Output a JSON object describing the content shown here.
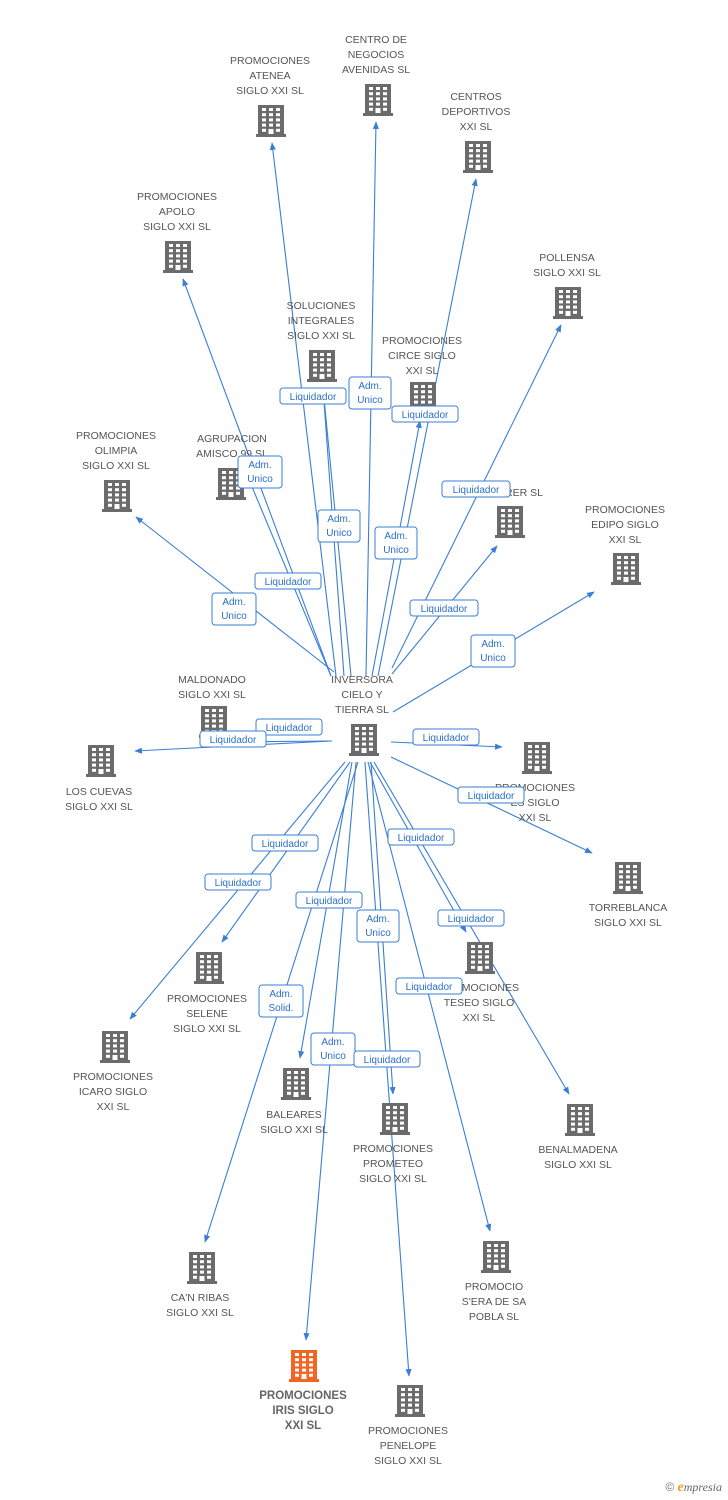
{
  "colors": {
    "edge": "#3a7fd5",
    "node": "#6b6b6b",
    "focus": "#f26522",
    "label_border": "#3a7fd5",
    "label_text": "#2a6fc9"
  },
  "center": {
    "name": "center-inversora",
    "lines": [
      "INVERSORA",
      "CIELO Y",
      "TIERRA SL"
    ]
  },
  "nodes": [
    {
      "id": "n1",
      "name": "promociones-atenea",
      "lines": [
        "PROMOCIONES",
        "ATENEA",
        "SIGLO XXI SL"
      ]
    },
    {
      "id": "n2",
      "name": "centro-de-negocios-avenidas",
      "lines": [
        "CENTRO DE",
        "NEGOCIOS",
        "AVENIDAS SL"
      ]
    },
    {
      "id": "n3",
      "name": "centros-deportivos",
      "lines": [
        "CENTROS",
        "DEPORTIVOS",
        "XXI SL"
      ]
    },
    {
      "id": "n4",
      "name": "promociones-apolo",
      "lines": [
        "PROMOCIONES",
        "APOLO",
        "SIGLO XXI SL"
      ]
    },
    {
      "id": "n5",
      "name": "pollensa",
      "lines": [
        "POLLENSA",
        "SIGLO XXI SL"
      ]
    },
    {
      "id": "n6",
      "name": "soluciones-integrales",
      "lines": [
        "SOLUCIONES",
        "INTEGRALES",
        "SIGLO XXI SL"
      ]
    },
    {
      "id": "n7",
      "name": "promociones-circe",
      "lines": [
        "PROMOCIONES",
        "CIRCE SIGLO",
        "XXI SL"
      ]
    },
    {
      "id": "n8",
      "name": "promociones-olimpia",
      "lines": [
        "PROMOCIONES",
        "OLIMPIA",
        "SIGLO XXI SL"
      ]
    },
    {
      "id": "n9",
      "name": "agrupacion-amisco",
      "lines": [
        "AGRUPACION",
        "AMISCO 99 SL"
      ]
    },
    {
      "id": "n10",
      "name": "rer-sl",
      "lines": [
        "RER SL"
      ]
    },
    {
      "id": "n11",
      "name": "promociones-edipo",
      "lines": [
        "PROMOCIONES",
        "EDIPO SIGLO",
        "XXI SL"
      ]
    },
    {
      "id": "n12",
      "name": "maldonado",
      "lines": [
        "MALDONADO",
        "SIGLO XXI SL"
      ]
    },
    {
      "id": "n13",
      "name": "los-cuevas",
      "lines": [
        "LOS CUEVAS",
        "SIGLO XXI SL"
      ]
    },
    {
      "id": "n14",
      "name": "promociones-es-siglo",
      "lines": [
        "PROMOCIONES",
        "ES SIGLO",
        "XXI SL"
      ]
    },
    {
      "id": "n15",
      "name": "torreblanca",
      "lines": [
        "TORREBLANCA",
        "SIGLO XXI SL"
      ]
    },
    {
      "id": "n16",
      "name": "promociones-selene",
      "lines": [
        "PROMOCIONES",
        "SELENE",
        "SIGLO XXI SL"
      ]
    },
    {
      "id": "n17",
      "name": "promociones-teseo",
      "lines": [
        "PROMOCIONES",
        "TESEO SIGLO",
        "XXI SL"
      ]
    },
    {
      "id": "n18",
      "name": "promociones-icaro",
      "lines": [
        "PROMOCIONES",
        "ICARO SIGLO",
        "XXI SL"
      ]
    },
    {
      "id": "n19",
      "name": "baleares",
      "lines": [
        "BALEARES",
        "SIGLO XXI SL"
      ]
    },
    {
      "id": "n20",
      "name": "promociones-prometeo",
      "lines": [
        "PROMOCIONES",
        "PROMETEO",
        "SIGLO XXI SL"
      ]
    },
    {
      "id": "n21",
      "name": "benalmadena",
      "lines": [
        "BENALMADENA",
        "SIGLO XXI SL"
      ]
    },
    {
      "id": "n22",
      "name": "can-ribas",
      "lines": [
        "CA'N RIBAS",
        "SIGLO XXI SL"
      ]
    },
    {
      "id": "n23",
      "name": "promocio-sera-de-sa-pobla",
      "lines": [
        "PROMOCIO",
        "S'ERA DE SA",
        "POBLA SL"
      ]
    },
    {
      "id": "n24",
      "name": "promociones-iris",
      "lines": [
        "PROMOCIONES",
        "IRIS SIGLO",
        "XXI SL"
      ],
      "focus": true
    },
    {
      "id": "n25",
      "name": "promociones-penelope",
      "lines": [
        "PROMOCIONES",
        "PENELOPE",
        "SIGLO XXI SL"
      ]
    }
  ],
  "edges": [
    {
      "to": "n1",
      "label": ""
    },
    {
      "to": "n2",
      "label": "Adm. Unico"
    },
    {
      "to": "n3",
      "label": "Adm. Unico"
    },
    {
      "to": "n4",
      "label": "Adm. Unico"
    },
    {
      "to": "n5",
      "label": "Liquidador"
    },
    {
      "to": "n6",
      "label": "Liquidador"
    },
    {
      "to": "n6",
      "label": "Adm. Unico"
    },
    {
      "to": "n7",
      "label": "Liquidador"
    },
    {
      "to": "n8",
      "label": "Adm. Unico"
    },
    {
      "to": "n9",
      "label": "Liquidador"
    },
    {
      "to": "n10",
      "label": "Liquidador"
    },
    {
      "to": "n11",
      "label": "Adm. Unico"
    },
    {
      "to": "n12",
      "label": "Liquidador"
    },
    {
      "to": "n13",
      "label": "Liquidador"
    },
    {
      "to": "n14",
      "label": "Liquidador"
    },
    {
      "to": "n15",
      "label": "Liquidador"
    },
    {
      "to": "n16",
      "label": "Liquidador"
    },
    {
      "to": "n17",
      "label": "Liquidador"
    },
    {
      "to": "n18",
      "label": "Liquidador"
    },
    {
      "to": "n19",
      "label": "Liquidador"
    },
    {
      "to": "n20",
      "label": "Adm. Unico"
    },
    {
      "to": "n21",
      "label": "Liquidador"
    },
    {
      "to": "n22",
      "label": "Adm. Solid."
    },
    {
      "to": "n23",
      "label": "Liquidador"
    },
    {
      "to": "n24",
      "label": "Adm. Unico"
    },
    {
      "to": "n25",
      "label": "Liquidador"
    }
  ],
  "brand": {
    "symbol": "©",
    "initial": "e",
    "rest": "mpresia"
  }
}
